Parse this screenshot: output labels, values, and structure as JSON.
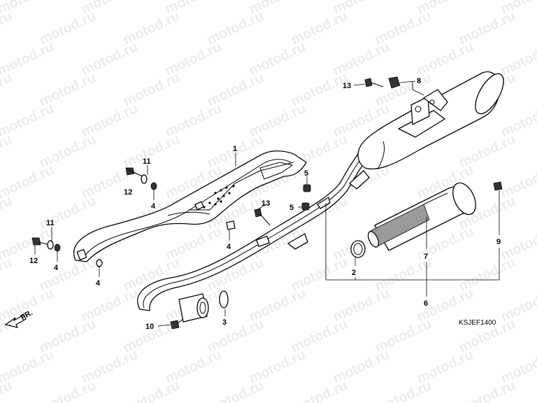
{
  "diagram": {
    "watermark_text": "motod.ru",
    "drawing_code": "KSJEF1400",
    "front_marker": "FR.",
    "part_labels": [
      "1",
      "2",
      "3",
      "4",
      "5",
      "6",
      "7",
      "8",
      "9",
      "10",
      "11",
      "12",
      "13"
    ],
    "line_color": "#000000",
    "watermark_color": "#ececec"
  }
}
